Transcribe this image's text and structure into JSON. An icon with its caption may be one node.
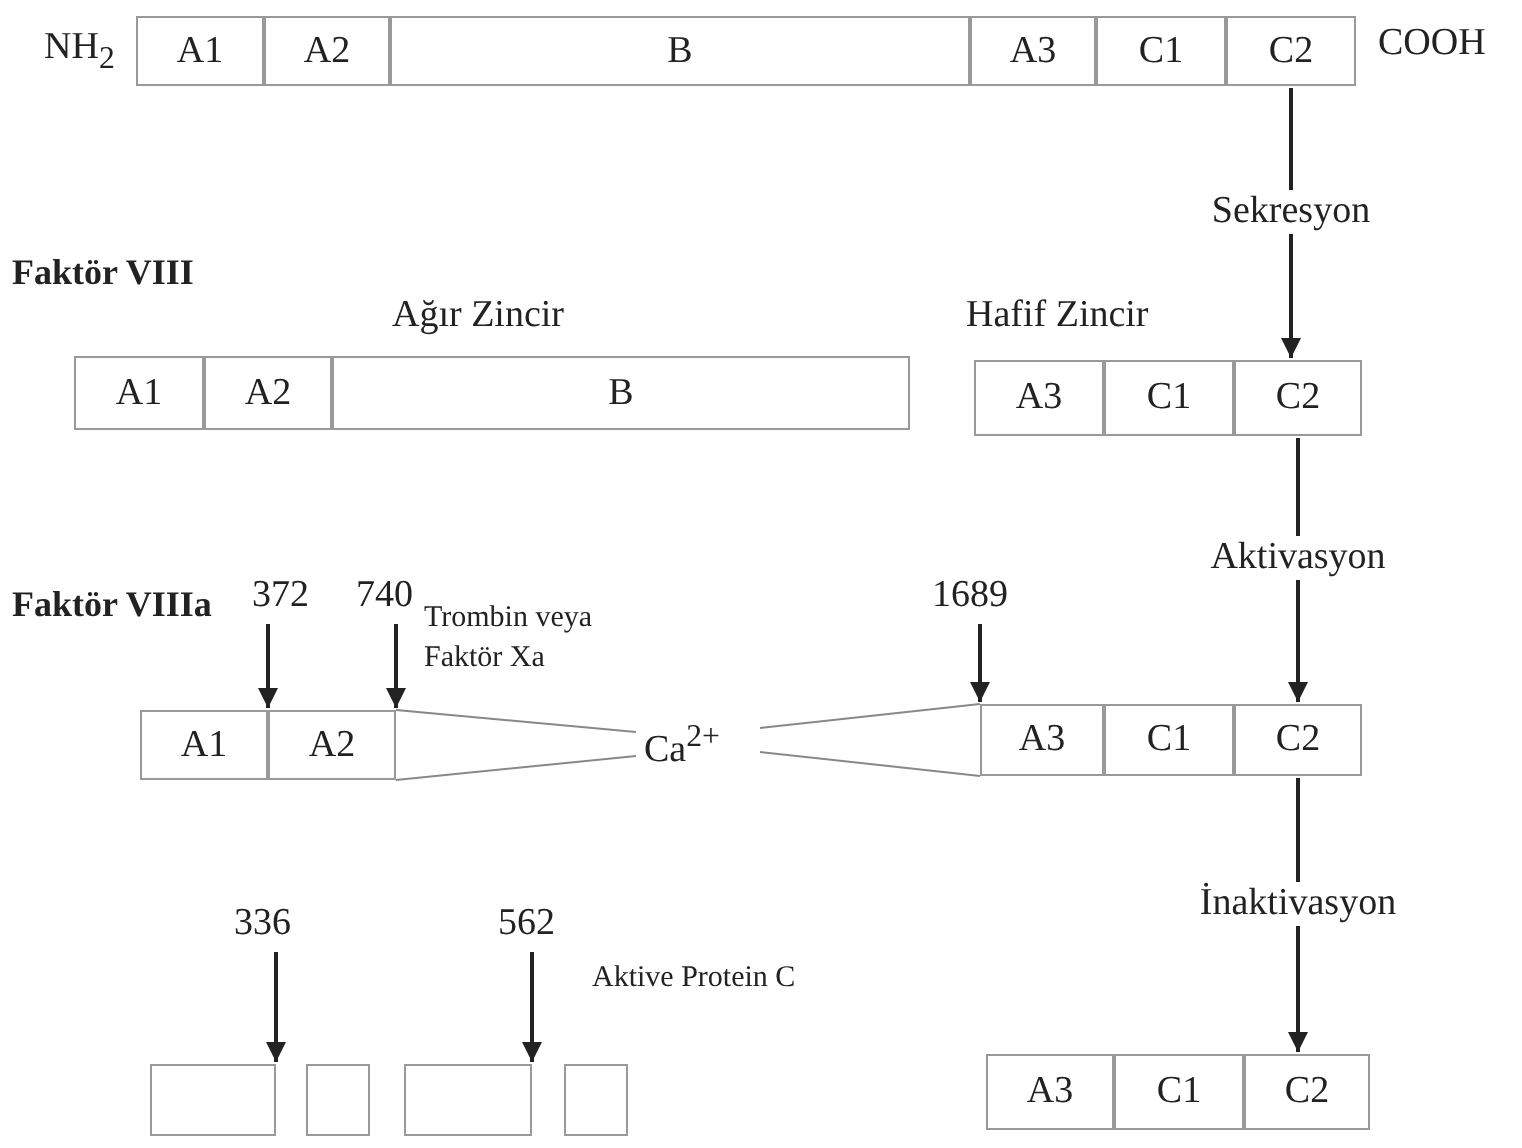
{
  "diagram": {
    "nodes": [
      {
        "text": [
          "A1"
        ],
        "beside": [
          "NH$_{2}$"
        ]
      },
      {
        "text": [
          "A2"
        ]
      },
      {
        "text": [
          "B"
        ]
      },
      {
        "text": [
          "A3"
        ]
      },
      {
        "text": [
          "C1"
        ]
      },
      {
        "text": [
          "C2"
        ],
        "beside": [
          "COOH"
        ]
      },
      {
        "text": [
          "A1"
        ]
      },
      {
        "text": [
          "A2"
        ]
      },
      {
        "text": [
          "B"
        ]
      },
      {
        "text": [
          "A3"
        ]
      },
      {
        "text": [
          "C1"
        ]
      },
      {
        "text": [
          "C2"
        ]
      },
      {
        "text": [
          "A1"
        ]
      },
      {
        "text": [
          "A2"
        ]
      },
      {
        "text": [
          "Ca$^{2+}$"
        ]
      },
      {
        "text": [
          "A3"
        ]
      },
      {
        "text": [
          "C1"
        ]
      },
      {
        "text": [
          "C2"
        ]
      },
      {
        "text": [],
        "shape": "box"
      },
      {
        "text": [],
        "shape": "box"
      },
      {
        "text": [],
        "shape": "box"
      },
      {
        "text": [],
        "shape": "box"
      },
      {
        "text": [
          "A3"
        ]
      },
      {
        "text": [
          "C1"
        ]
      },
      {
        "text": [
          "C2"
        ]
      },
      {
        "text": [
          "372"
        ]
      },
      {
        "text": [
          "740"
        ]
      },
      {
        "text": [
          "1689"
        ]
      },
      {
        "text": [
          "336"
        ]
      },
      {
        "text": [
          "562"
        ]
      }
    ],
    "edges": [
      {
        "from": 5,
        "to": 11,
        "arrow": "to",
        "label": "Sekresyon"
      },
      {
        "from": 11,
        "to": 17,
        "arrow": "to",
        "label": "Aktivasyon"
      },
      {
        "from": 17,
        "to": 24,
        "arrow": "to",
        "label": "İnaktivasyon"
      },
      {
        "from": 25,
        "to": 12,
        "arrow": "to"
      },
      {
        "from": 26,
        "to": 13,
        "arrow": "to"
      },
      {
        "from": 27,
        "to": 15,
        "arrow": "to"
      },
      {
        "from": 28,
        "to": 18,
        "arrow": "to"
      },
      {
        "from": 29,
        "to": 20,
        "arrow": "to"
      },
      {
        "from": 13,
        "to": 14,
        "arrow": "none",
        "color": "#888888"
      },
      {
        "from": 13,
        "to": 14,
        "arrow": "none",
        "color": "#888888"
      },
      {
        "from": 14,
        "to": 15,
        "arrow": "none",
        "color": "#888888"
      },
      {
        "from": 14,
        "to": 15,
        "arrow": "none",
        "color": "#888888"
      }
    ],
    "labels": [
      "Faktör VIII",
      "Ağır Zincir",
      "Hafif Zincir",
      "Faktör VIIIa",
      "Trombin veya Faktör Xa",
      "Aktive Protein C"
    ]
  }
}
